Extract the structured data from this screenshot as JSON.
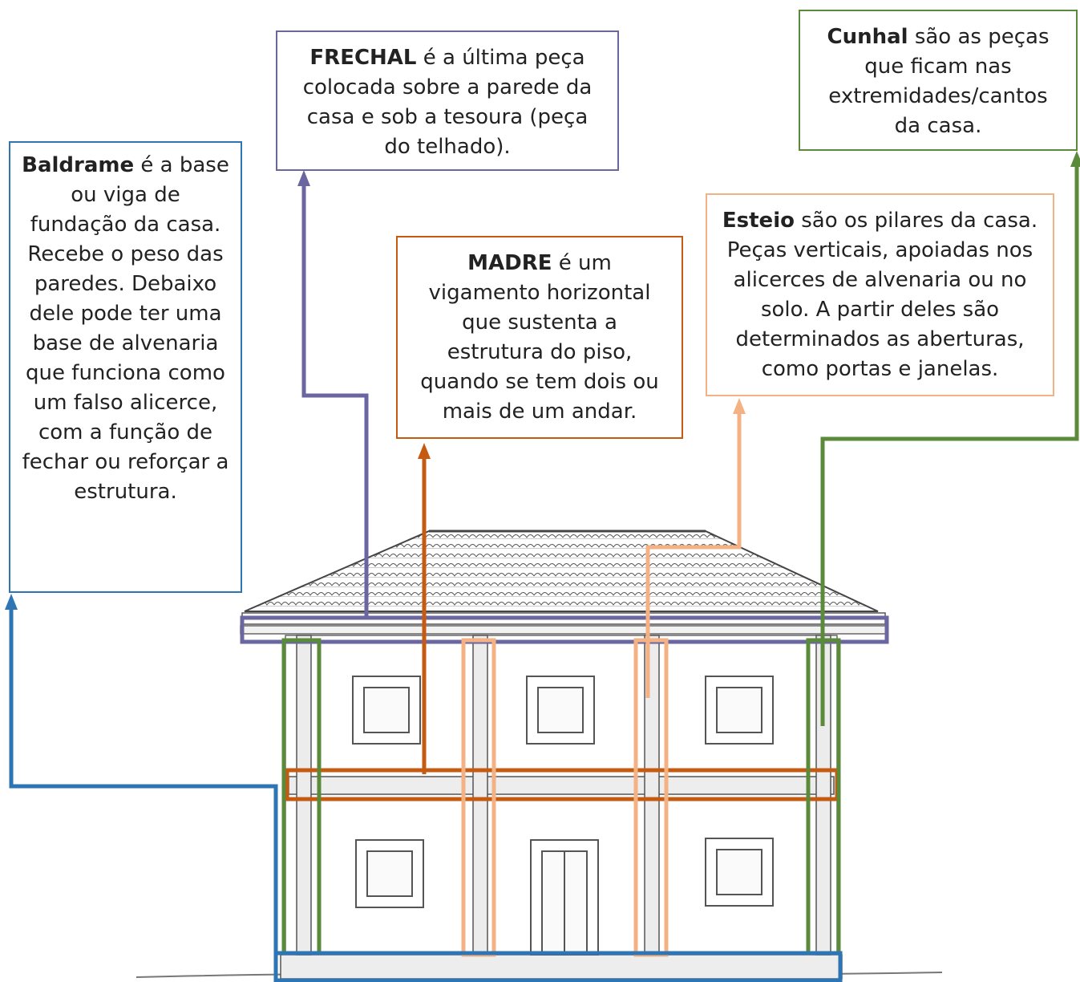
{
  "labels": {
    "frechal": {
      "term": "FRECHAL",
      "text": " é a última peça colocada sobre a parede da casa e sob a tesoura (peça do telhado)."
    },
    "cunhal": {
      "term": "Cunhal",
      "text": " são as peças que ficam nas extremidades/cantos da casa."
    },
    "baldrame": {
      "term": "Baldrame",
      "text": " é a base ou viga de fundação da casa. Recebe o peso das paredes. Debaixo dele pode ter uma base de alvenaria que funciona como um falso alicerce, com a função de fechar ou reforçar a estrutura."
    },
    "madre": {
      "term": "MADRE",
      "text": " é um vigamento horizontal que sustenta a estrutura do piso, quando se tem dois ou mais de um andar."
    },
    "esteio": {
      "term": "Esteio",
      "text": " são os pilares da casa. Peças verticais, apoiadas nos alicerces de alvenaria ou no solo. A partir deles são determinados as aberturas, como portas e janelas."
    }
  },
  "colors": {
    "frechal": "#6a66a0",
    "cunhal": "#5a8a3a",
    "baldrame": "#2e75b6",
    "madre": "#c55a11",
    "esteio": "#f4b183",
    "drawing": "#555555"
  }
}
